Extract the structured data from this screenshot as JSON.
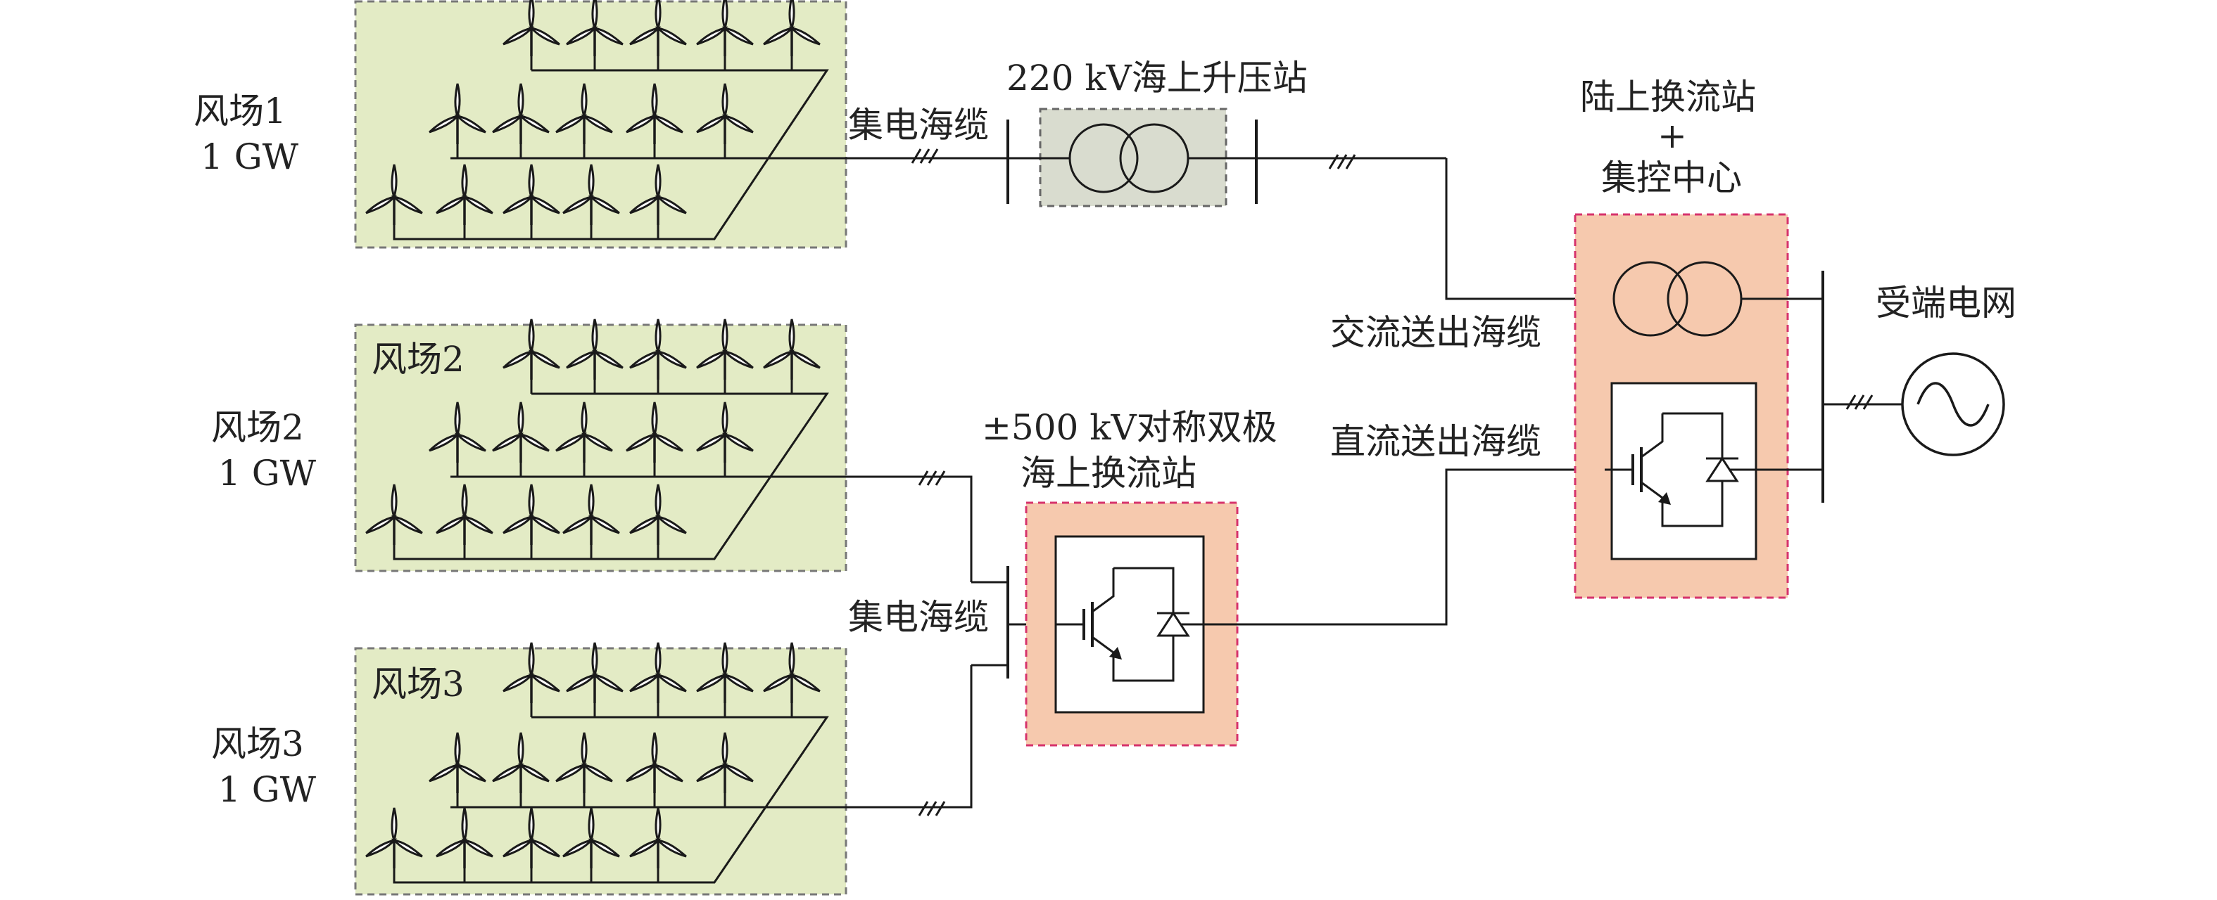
{
  "farms": [
    {
      "name": "风场1",
      "capacity": "1 GW",
      "inner_label": ""
    },
    {
      "name": "风场2",
      "capacity": "1 GW",
      "inner_label": "风场2"
    },
    {
      "name": "风场3",
      "capacity": "1 GW",
      "inner_label": "风场3"
    }
  ],
  "ac_path": {
    "collector_cable": "集电海缆",
    "substation": "220 kV海上升压站"
  },
  "dc_path": {
    "station_line1": "±500 kV对称双极",
    "station_line2": "海上换流站",
    "collector_cable": "集电海缆"
  },
  "onshore": {
    "title_line1": "陆上换流站",
    "title_line2": "+",
    "title_line3": "集控中心",
    "ac_export_cable": "交流送出海缆",
    "dc_export_cable": "直流送出海缆"
  },
  "grid": {
    "label": "受端电网"
  },
  "colors": {
    "farm_fill": "#e3ebc5",
    "substation_fill": "#d9dccf",
    "converter_fill": "#f6c9ae",
    "converter_border": "#d6336c"
  },
  "icons": [
    "wind-turbine-icon",
    "transformer-icon",
    "igbt-converter-icon",
    "ac-source-icon",
    "three-phase-tick-icon"
  ]
}
